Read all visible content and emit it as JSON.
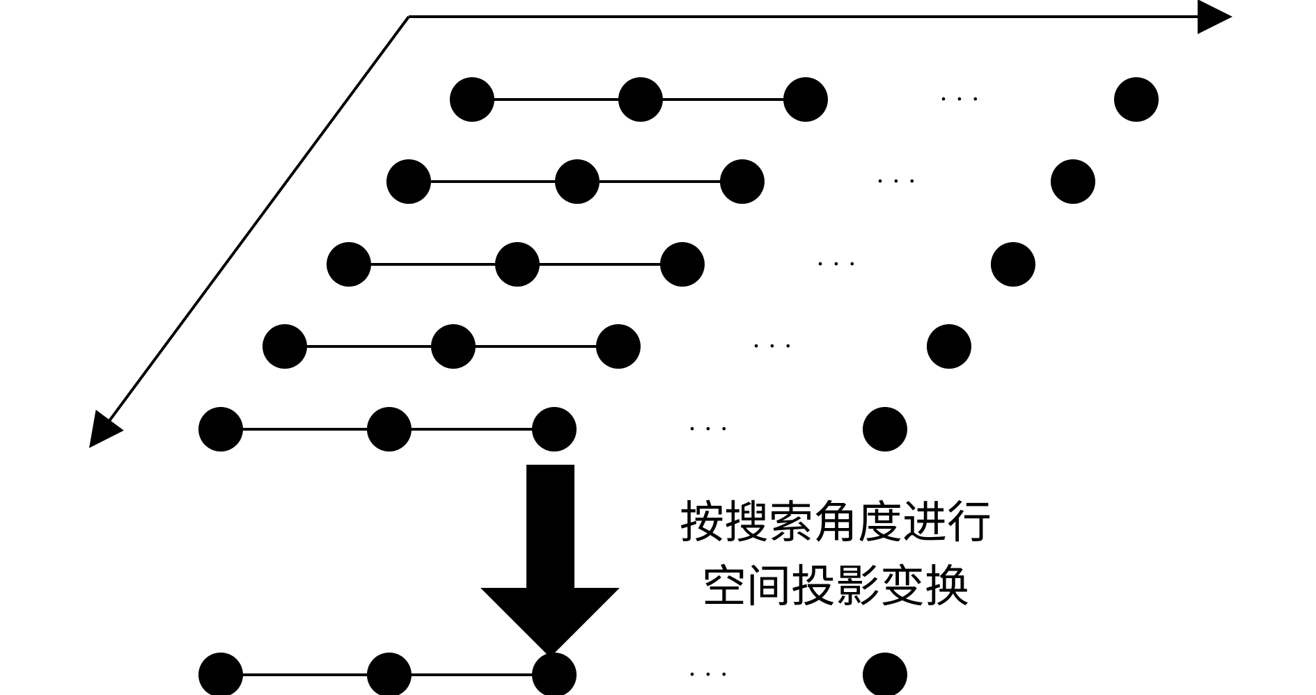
{
  "diagram": {
    "ink_color": "#000000",
    "background_color": "#ffffff",
    "caption": {
      "line1": "按搜索角度进行",
      "line2": "空间投影变换"
    },
    "ellipsis": "· · ·",
    "grid_rows": [
      {
        "name": "row-1"
      },
      {
        "name": "row-2"
      },
      {
        "name": "row-3"
      },
      {
        "name": "row-4"
      },
      {
        "name": "row-5"
      }
    ],
    "projected_row": {
      "name": "projected-row"
    }
  }
}
